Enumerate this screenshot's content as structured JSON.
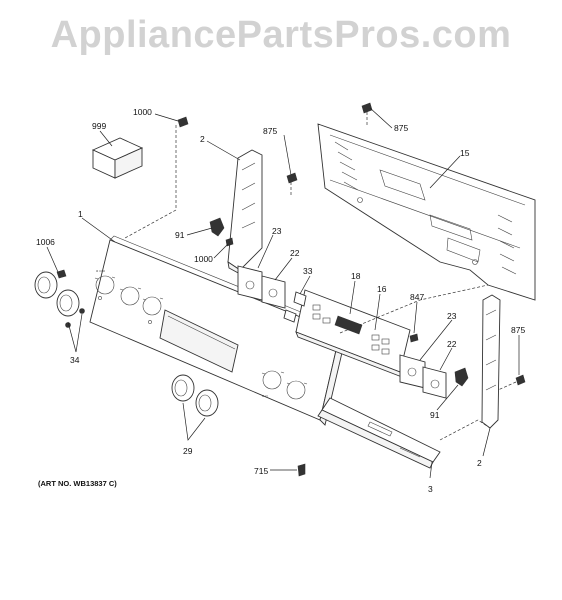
{
  "watermark": "AppliancePartsPros.com",
  "art_number": "(ART NO. WB13837 C)",
  "callouts": {
    "p999": "999",
    "p1000a": "1000",
    "p2a": "2",
    "p875a": "875",
    "p875b": "875",
    "p15": "15",
    "p1": "1",
    "p91a": "91",
    "p23a": "23",
    "p1006": "1006",
    "p1000b": "1000",
    "p22a": "22",
    "p33": "33",
    "p18": "18",
    "p16": "16",
    "p847": "847",
    "p23b": "23",
    "p875c": "875",
    "p22b": "22",
    "p34": "34",
    "p91b": "91",
    "p2b": "2",
    "p29": "29",
    "p715": "715",
    "p3": "3"
  }
}
